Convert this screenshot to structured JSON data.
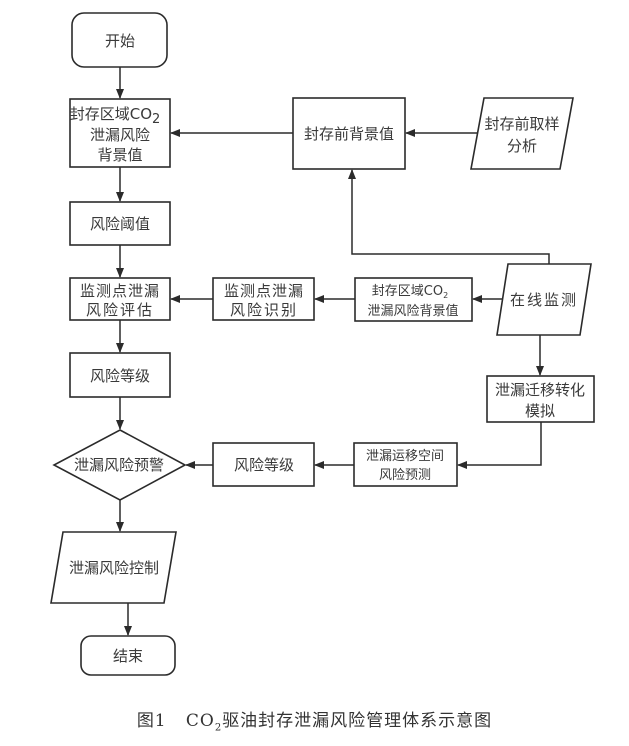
{
  "figure": {
    "caption_prefix": "图1",
    "caption_co": "CO",
    "caption_sub": "2",
    "caption_rest": "驱油封存泄漏风险管理体系示意图"
  },
  "nodes": {
    "start": {
      "label": "开始",
      "shape": "rounded-rect"
    },
    "region_bg": {
      "lines": [
        "封存区域CO",
        "泄漏风险",
        "背景值"
      ],
      "sub": "2",
      "shape": "rect"
    },
    "pre_bg": {
      "lines": [
        "封存前背景值"
      ],
      "shape": "rect"
    },
    "pre_sample": {
      "lines": [
        "封存前取样",
        "分析"
      ],
      "shape": "parallelogram"
    },
    "threshold": {
      "lines": [
        "风险阈值"
      ],
      "shape": "rect"
    },
    "assess": {
      "lines": [
        "监测点泄漏",
        "风险评估"
      ],
      "shape": "rect"
    },
    "identify": {
      "lines": [
        "监测点泄漏",
        "风险识别"
      ],
      "shape": "rect"
    },
    "region_bg2": {
      "lines": [
        "封存区域CO",
        "泄漏风险背景值"
      ],
      "sub": "2",
      "shape": "rect"
    },
    "online": {
      "lines": [
        "在线监测"
      ],
      "shape": "parallelogram"
    },
    "level_left": {
      "lines": [
        "风险等级"
      ],
      "shape": "rect"
    },
    "sim": {
      "lines": [
        "泄漏迁移转化",
        "模拟"
      ],
      "shape": "rect"
    },
    "warning": {
      "lines": [
        "泄漏风险预警"
      ],
      "shape": "diamond"
    },
    "level_mid": {
      "lines": [
        "风险等级"
      ],
      "shape": "rect"
    },
    "predict": {
      "lines": [
        "泄漏运移空间",
        "风险预测"
      ],
      "shape": "rect"
    },
    "control": {
      "lines": [
        "泄漏风险控制"
      ],
      "shape": "parallelogram"
    },
    "end": {
      "label": "结束",
      "shape": "rounded-rect"
    }
  },
  "edges": [
    {
      "from": "start",
      "to": "region_bg"
    },
    {
      "from": "pre_bg",
      "to": "region_bg"
    },
    {
      "from": "pre_sample",
      "to": "pre_bg"
    },
    {
      "from": "online",
      "to": "pre_bg"
    },
    {
      "from": "region_bg",
      "to": "threshold"
    },
    {
      "from": "threshold",
      "to": "assess"
    },
    {
      "from": "identify",
      "to": "assess"
    },
    {
      "from": "region_bg2",
      "to": "identify"
    },
    {
      "from": "online",
      "to": "region_bg2"
    },
    {
      "from": "assess",
      "to": "level_left"
    },
    {
      "from": "online",
      "to": "sim"
    },
    {
      "from": "level_left",
      "to": "warning"
    },
    {
      "from": "sim",
      "to": "predict"
    },
    {
      "from": "predict",
      "to": "level_mid"
    },
    {
      "from": "level_mid",
      "to": "warning"
    },
    {
      "from": "warning",
      "to": "control"
    },
    {
      "from": "control",
      "to": "end"
    }
  ]
}
